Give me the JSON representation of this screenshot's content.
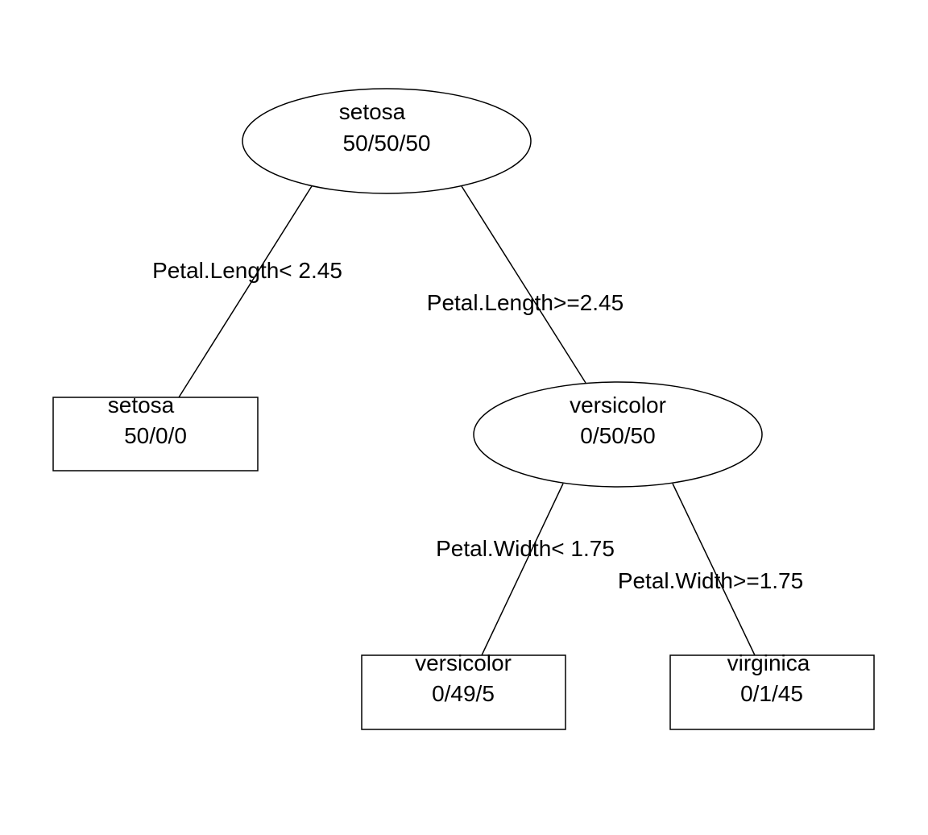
{
  "tree": {
    "nodes": {
      "root": {
        "class_label": "setosa",
        "counts": "50/50/50",
        "shape": "ellipse"
      },
      "setosa_leaf": {
        "class_label": "setosa",
        "counts": "50/0/0",
        "shape": "box"
      },
      "versicolor_split": {
        "class_label": "versicolor",
        "counts": "0/50/50",
        "shape": "ellipse"
      },
      "versicolor_leaf": {
        "class_label": "versicolor",
        "counts": "0/49/5",
        "shape": "box"
      },
      "virginica_leaf": {
        "class_label": "virginica",
        "counts": "0/1/45",
        "shape": "box"
      }
    },
    "edges": {
      "root_left": {
        "from": "root",
        "to": "setosa_leaf",
        "label": "Petal.Length< 2.45"
      },
      "root_right": {
        "from": "root",
        "to": "versicolor_split",
        "label": "Petal.Length>=2.45"
      },
      "split_left": {
        "from": "versicolor_split",
        "to": "versicolor_leaf",
        "label": "Petal.Width< 1.75"
      },
      "split_right": {
        "from": "versicolor_split",
        "to": "virginica_leaf",
        "label": "Petal.Width>=1.75"
      }
    }
  }
}
